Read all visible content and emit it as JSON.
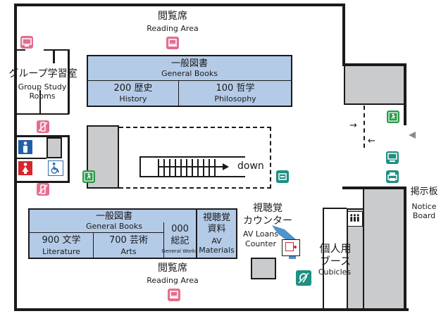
{
  "reading_area_top": {
    "ja": "閲覧席",
    "en": "Reading Area"
  },
  "reading_area_bottom": {
    "ja": "閲覧席",
    "en": "Reading Area"
  },
  "group_study": {
    "ja": "グループ学習室",
    "en_line1": "Group Study",
    "en_line2": "Rooms"
  },
  "top_shelf": {
    "header_ja": "一般図書",
    "header_en": "General Books",
    "sections": [
      {
        "code_ja": "200 歴史",
        "en": "History"
      },
      {
        "code_ja": "100 哲学",
        "en": "Philosophy"
      }
    ]
  },
  "bottom_shelf": {
    "header_ja": "一般図書",
    "header_en": "General Books",
    "sections": [
      {
        "code_ja": "900 文学",
        "en": "Literature"
      },
      {
        "code_ja": "700 芸術",
        "en": "Arts"
      },
      {
        "code_ja_line1": "000",
        "code_ja_line2": "総記",
        "en": "General Works"
      }
    ]
  },
  "av_materials": {
    "ja_line1": "視聴覚",
    "ja_line2": "資料",
    "en_line1": "AV",
    "en_line2": "Materials"
  },
  "av_counter": {
    "ja_line1": "視聴覚",
    "ja_line2": "カウンター",
    "en_line1": "AV Loans",
    "en_line2": "Counter"
  },
  "cubicles": {
    "ja_line1": "個人用",
    "ja_line2": "ブース",
    "en": "Cubicles"
  },
  "notice_board": {
    "ja": "掲示板",
    "en_line1": "Notice",
    "en_line2": "Board"
  },
  "stairs_label": "down",
  "colors": {
    "shelf": "#b4cbe8",
    "pillar": "#c9cbcc",
    "pink": "#e46e8f",
    "teal": "#1e8f83",
    "green": "#2a9a49",
    "restroom_blue": "#1f5fa8",
    "restroom_red": "#d6262e",
    "accessible_blue": "#2f6db3"
  }
}
